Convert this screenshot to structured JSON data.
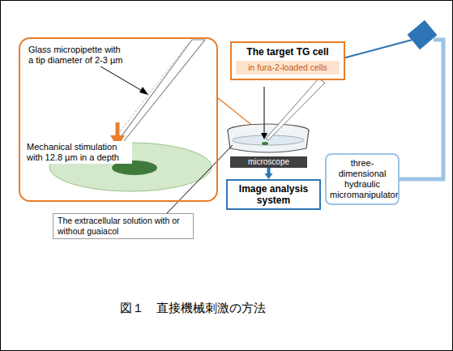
{
  "diagram": {
    "caption": "図１　直接機械刺激の方法",
    "nodes": [
      {
        "text": [
          "Glass micropipette with a tip diameter of 2-3 µm",
          "Mechanical stimulation with 12.8 µm in a depth"
        ]
      },
      {
        "text": [
          "The target TG cell"
        ]
      },
      {
        "text": [
          "in fura-2-loaded cells"
        ],
        "in": 1
      },
      {
        "text": [
          "three-dimensional hydraulic micromanipulator"
        ]
      },
      {
        "text": [
          "microscope"
        ]
      },
      {
        "text": [
          "Image analysis system"
        ]
      },
      {
        "text": [
          "The extracellular solution with or without guaiacol"
        ]
      }
    ],
    "edges": [
      {
        "from": 4,
        "to": 5,
        "arrow": "to"
      }
    ]
  }
}
